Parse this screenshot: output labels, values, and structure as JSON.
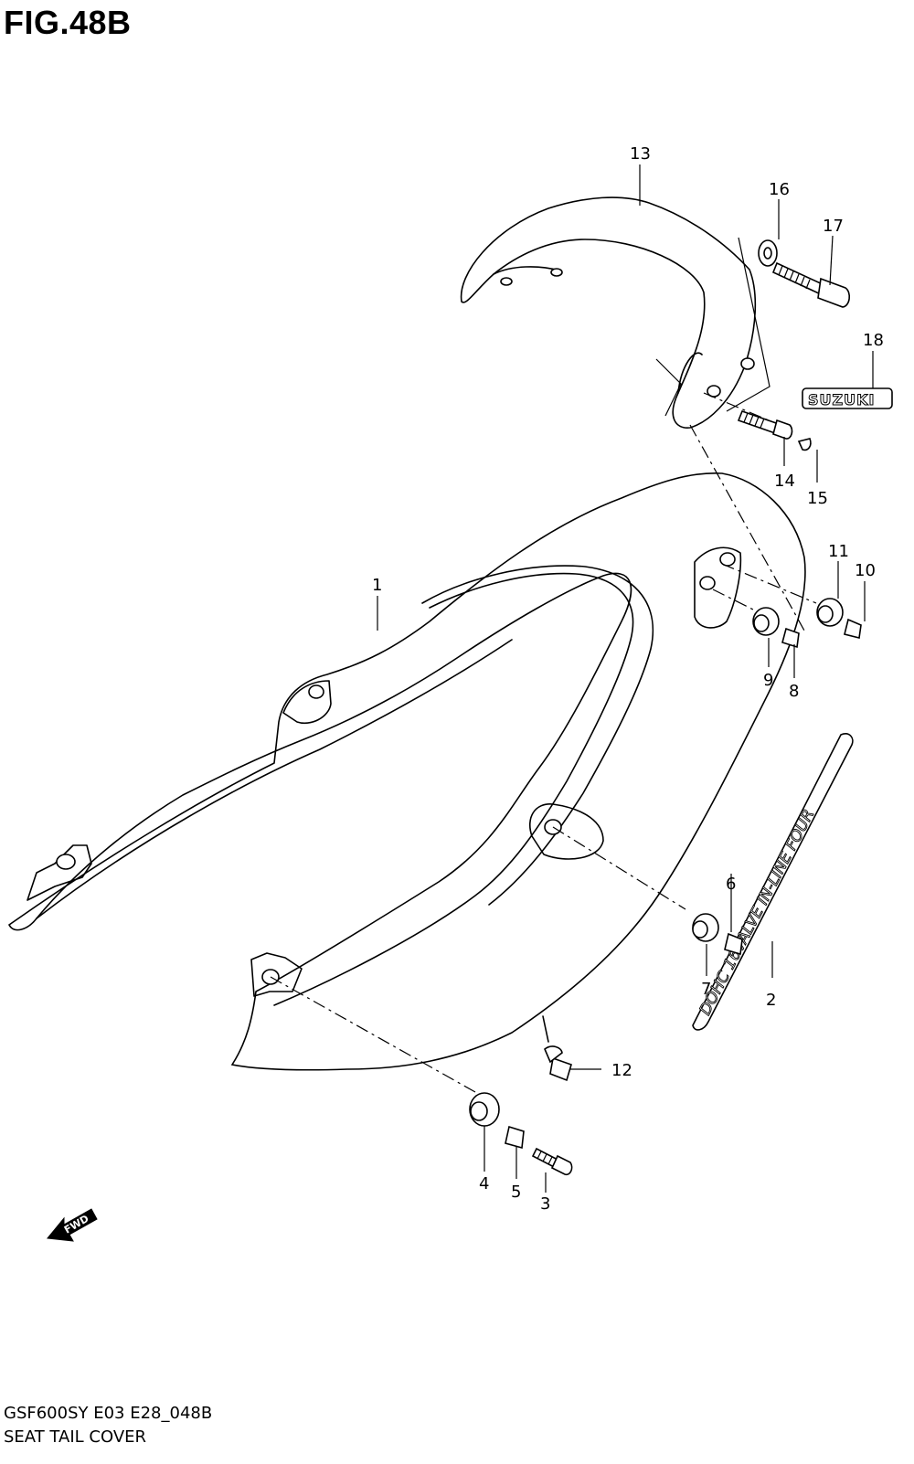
{
  "figure": {
    "title": "FIG.48B",
    "model_code": "GSF600SY E03 E28_048B",
    "name": "SEAT TAIL COVER"
  },
  "callouts": [
    {
      "id": "1",
      "label": "1"
    },
    {
      "id": "2",
      "label": "2"
    },
    {
      "id": "3",
      "label": "3"
    },
    {
      "id": "4",
      "label": "4"
    },
    {
      "id": "5",
      "label": "5"
    },
    {
      "id": "6",
      "label": "6"
    },
    {
      "id": "7",
      "label": "7"
    },
    {
      "id": "8",
      "label": "8"
    },
    {
      "id": "9",
      "label": "9"
    },
    {
      "id": "10",
      "label": "10"
    },
    {
      "id": "11",
      "label": "11"
    },
    {
      "id": "12",
      "label": "12"
    },
    {
      "id": "13",
      "label": "13"
    },
    {
      "id": "14",
      "label": "14"
    },
    {
      "id": "15",
      "label": "15"
    },
    {
      "id": "16",
      "label": "16"
    },
    {
      "id": "17",
      "label": "17"
    },
    {
      "id": "18",
      "label": "18"
    }
  ],
  "emblem": {
    "text": "SUZUKI"
  },
  "decal": {
    "text": "DOHC 16VALVE IN-LINE FOUR"
  },
  "direction_arrow": {
    "text": "FWD"
  }
}
